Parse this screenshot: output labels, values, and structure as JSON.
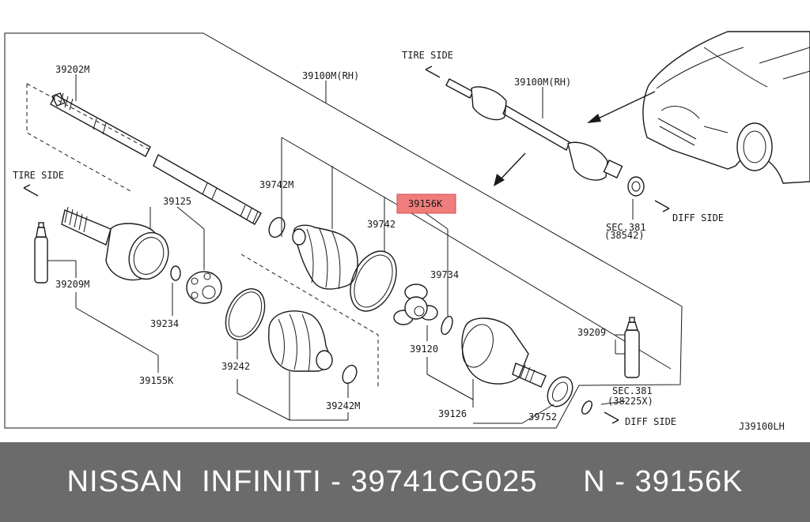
{
  "labels": {
    "p39202m": "39202M",
    "p39100m_rh_a": "39100M(RH)",
    "p39100m_rh_b": "39100M(RH)",
    "tire_side_a": "TIRE SIDE",
    "tire_side_b": "TIRE SIDE",
    "diff_side_a": "DIFF SIDE",
    "diff_side_b": "DIFF SIDE",
    "p39742m": "39742M",
    "p39125": "39125",
    "p39742": "39742",
    "p39156k": "39156K",
    "p39734": "39734",
    "p39209m": "39209M",
    "p39234": "39234",
    "p39120": "39120",
    "p39209": "39209",
    "p39242": "39242",
    "p39155k": "39155K",
    "p39242m": "39242M",
    "p39126": "39126",
    "p39752": "39752",
    "sec381_a": "SEC.381",
    "sec381_a_sub": "(38542)",
    "sec381_b": "SEC.381",
    "sec381_b_sub": "(38225X)",
    "diagram_code": "J39100LH"
  },
  "highlight": {
    "color": "#f07c7c"
  },
  "footer": {
    "text": "NISSAN  INFINITI - 39741CG025     N - 39156K",
    "background": "#6b6b6b",
    "color": "#ffffff"
  }
}
